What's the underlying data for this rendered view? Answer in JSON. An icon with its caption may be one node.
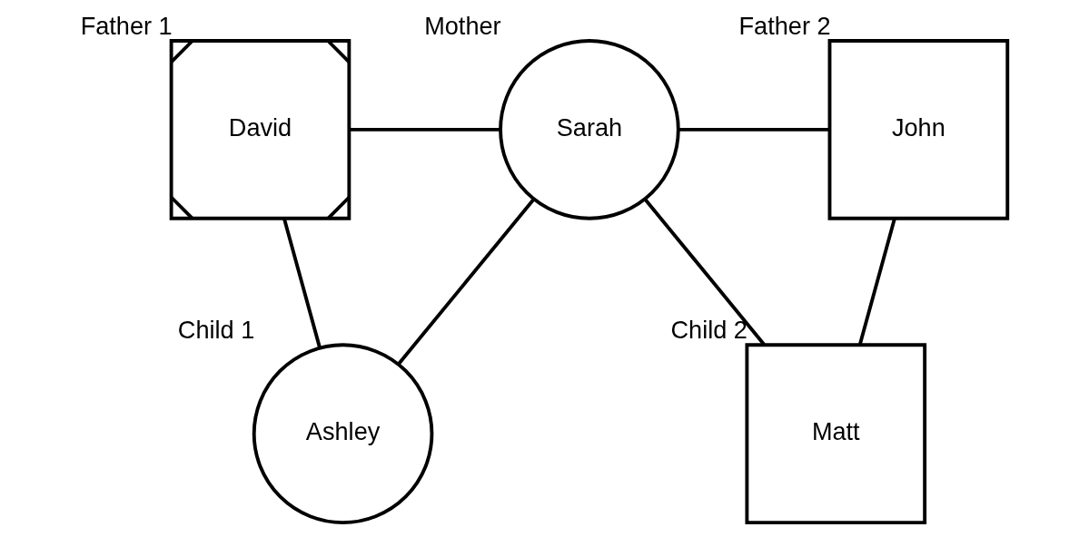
{
  "diagram": {
    "nodes": [
      {
        "text": [
          "David"
        ],
        "beside": [
          "Father 1"
        ]
      },
      {
        "text": [
          "Sarah"
        ],
        "beside": [
          "Mother"
        ]
      },
      {
        "text": [
          "John"
        ],
        "beside": [
          "Father 2"
        ]
      },
      {
        "text": [
          "Ashley"
        ],
        "beside": [
          "Child 1"
        ]
      },
      {
        "text": [
          "Matt"
        ],
        "beside": [
          "Child 2"
        ]
      }
    ],
    "edges": [
      {
        "from": 0,
        "to": 1,
        "arrow": "none"
      },
      {
        "from": 1,
        "to": 2,
        "arrow": "none"
      },
      {
        "from": 0,
        "to": 3,
        "arrow": "none"
      },
      {
        "from": 1,
        "to": 3,
        "arrow": "none"
      },
      {
        "from": 1,
        "to": 4,
        "arrow": "none"
      },
      {
        "from": 2,
        "to": 4,
        "arrow": "none"
      }
    ]
  }
}
